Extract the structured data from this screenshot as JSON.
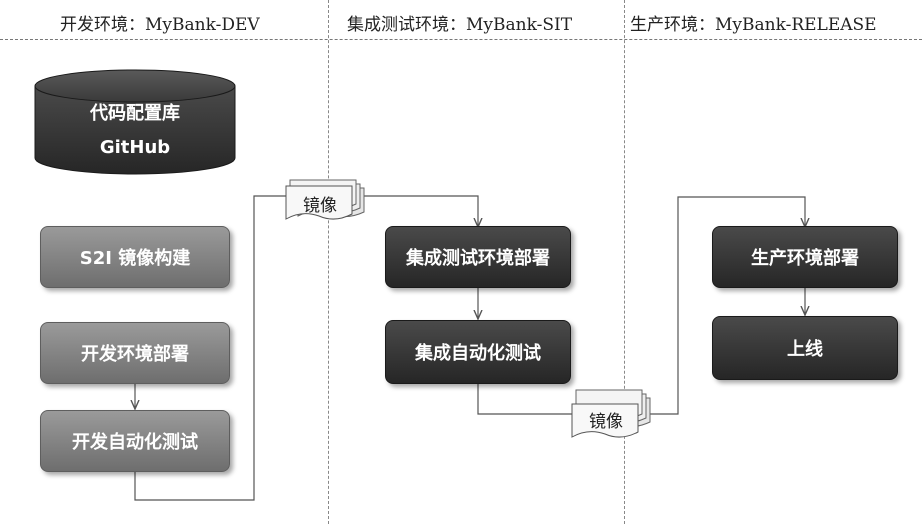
{
  "headers": {
    "dev": "开发环境：MyBank-DEV",
    "sit": "集成测试环境：MyBank-SIT",
    "release": "生产环境：MyBank-RELEASE"
  },
  "repo": {
    "line1": "代码配置库",
    "line2": "GitHub"
  },
  "dev_steps": [
    "S2I 镜像构建",
    "开发环境部署",
    "开发自动化测试"
  ],
  "sit_steps": [
    "集成测试环境部署",
    "集成自动化测试"
  ],
  "release_steps": [
    "生产环境部署",
    "上线"
  ],
  "image_labels": [
    "镜像",
    "镜像"
  ]
}
